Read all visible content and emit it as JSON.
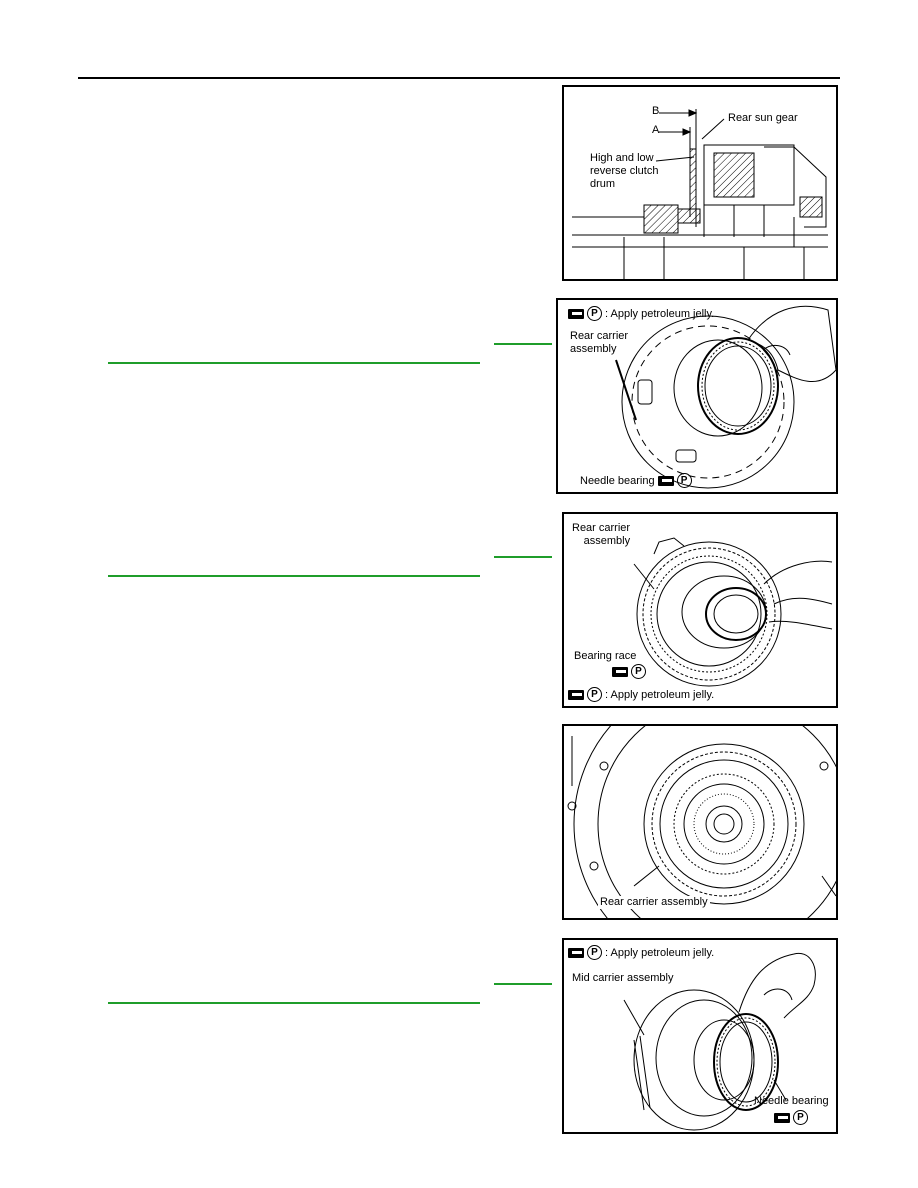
{
  "figures": {
    "fig1": {
      "label_b": "B",
      "label_a": "A",
      "rear_sun_gear": "Rear sun gear",
      "drum": "High and low\nreverse clutch\ndrum"
    },
    "fig2": {
      "jelly": ": Apply petroleum jelly.",
      "carrier": "Rear carrier\nassembly",
      "needle": "Needle bearing"
    },
    "fig3": {
      "carrier": "Rear carrier\nassembly",
      "race": "Bearing race",
      "jelly": ": Apply petroleum jelly."
    },
    "fig4": {
      "carrier": "Rear carrier assembly"
    },
    "fig5": {
      "jelly": ": Apply petroleum jelly.",
      "carrier": "Mid carrier assembly",
      "needle": "Needle bearing"
    }
  },
  "icons": {
    "jelly_tool": "petroleum-jelly-tool-icon",
    "p": "P"
  }
}
